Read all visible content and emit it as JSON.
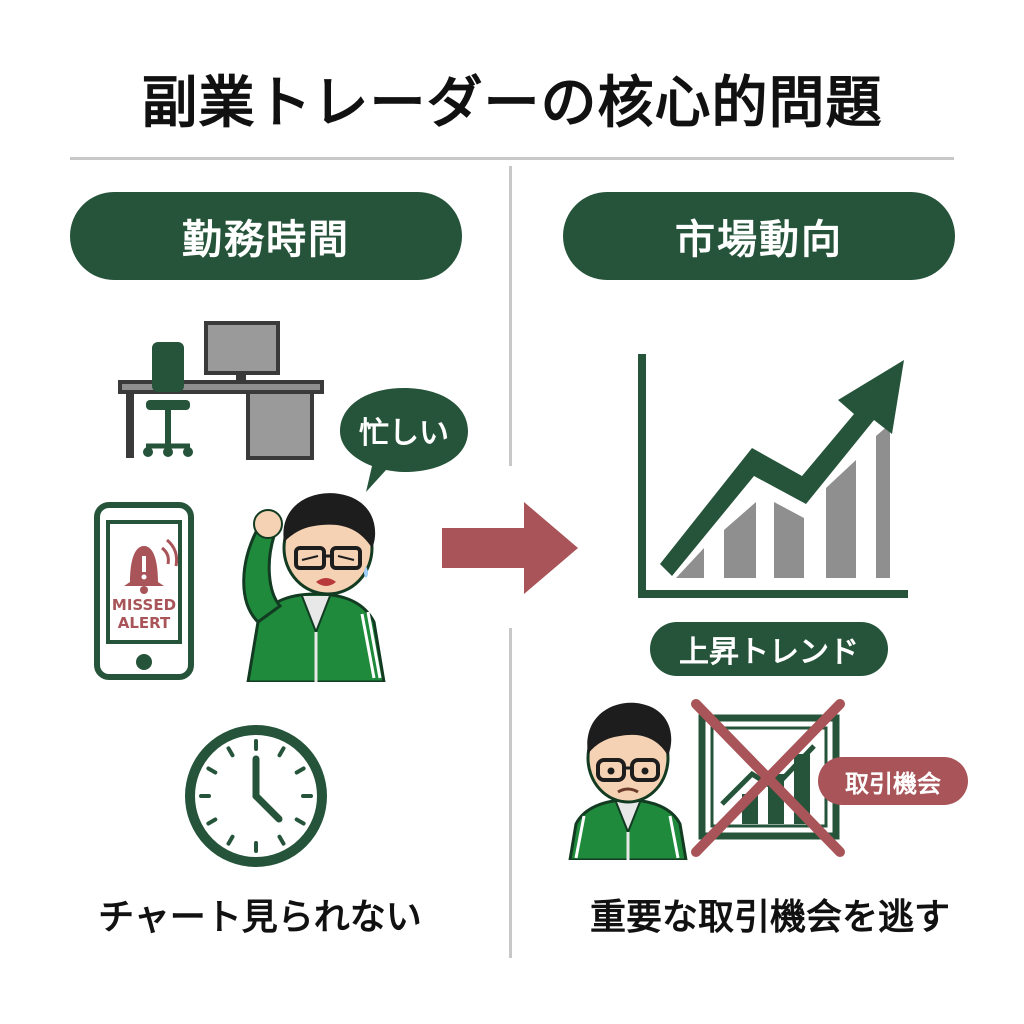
{
  "title": "副業トレーダーの核心的問題",
  "left": {
    "header": "勤務時間",
    "speech_bubble": "忙しい",
    "phone_alert": [
      "MISSED",
      "ALERT"
    ],
    "caption": "チャート見られない"
  },
  "right": {
    "header": "市場動向",
    "trend_label": "上昇トレンド",
    "opportunity_label": "取引機会",
    "caption": "重要な取引機会を逃す"
  },
  "colors": {
    "green": "#25543a",
    "red": "#a85458",
    "gray": "#8f8f8f",
    "divider": "#c8c8c8"
  },
  "icons": [
    "desk-icon",
    "monitor-icon",
    "chair-icon",
    "phone-icon",
    "bell-icon",
    "clock-icon",
    "arrow-right-icon",
    "trend-chart-icon",
    "crossed-chart-icon",
    "stressed-person-icon",
    "worried-person-icon"
  ]
}
